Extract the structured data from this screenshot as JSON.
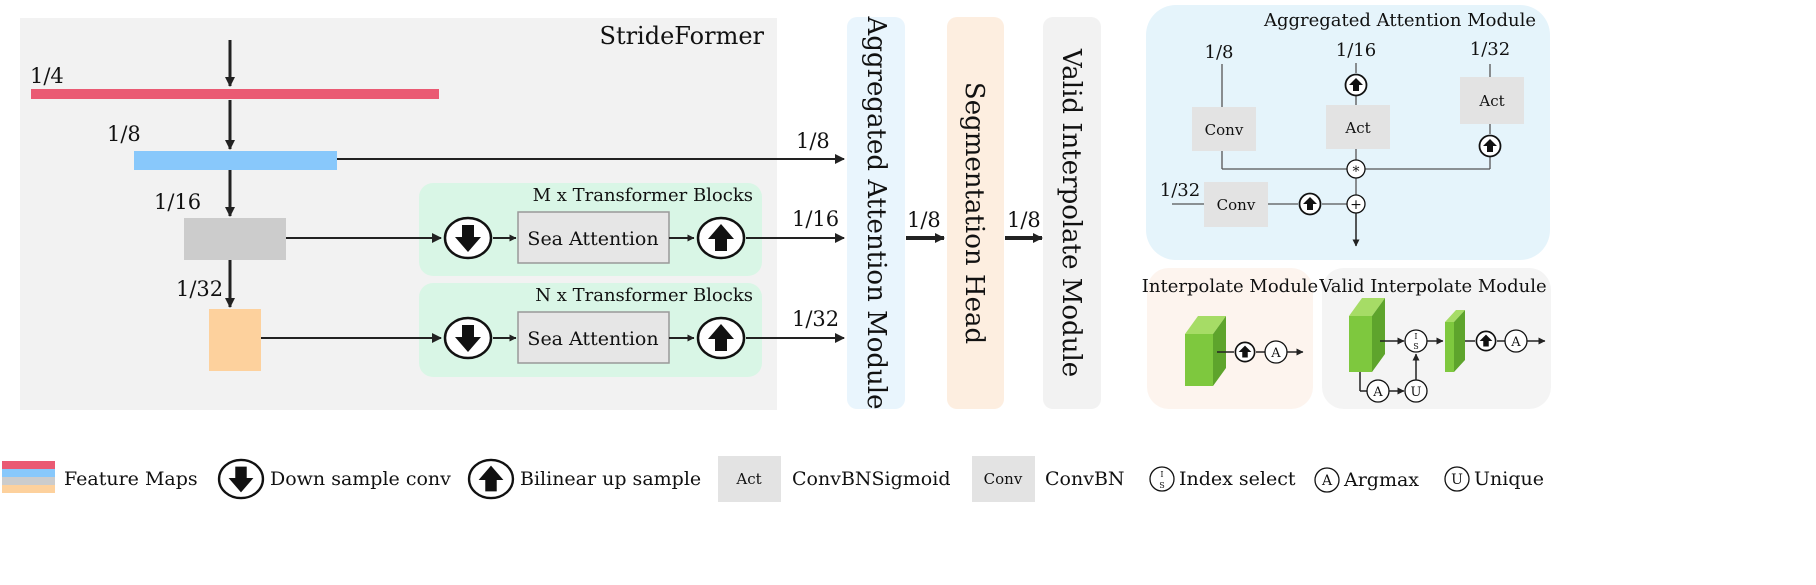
{
  "stride": {
    "title": "StrideFormer",
    "scale_1_4": "1/4",
    "scale_1_8": "1/8",
    "scale_1_16": "1/16",
    "scale_1_32": "1/32",
    "m_blocks": "M x Transformer Blocks",
    "n_blocks": "N x Transformer Blocks",
    "sea_attention": "Sea Attention",
    "out_1_8": "1/8",
    "out_1_16": "1/16",
    "out_1_32": "1/32"
  },
  "pipeline": {
    "aggregated_attention": "Aggregated Attention Module",
    "segmentation_head": "Segmentation Head",
    "valid_interpolate": "Valid Interpolate Module",
    "arrow_label_1": "1/8",
    "arrow_label_2": "1/8"
  },
  "aam_detail": {
    "title": "Aggregated Attention Module",
    "in_1_8": "1/8",
    "in_1_16": "1/16",
    "in_1_32_top": "1/32",
    "in_1_32_left": "1/32",
    "conv": "Conv",
    "act": "Act",
    "multiply": "*",
    "add": "+"
  },
  "interp_panel": {
    "title": "Interpolate Module",
    "argmax": "A"
  },
  "valid_panel": {
    "title": "Valid Interpolate Module",
    "index_top": "I",
    "index_bottom": "S",
    "argmax": "A",
    "unique": "U"
  },
  "legend": {
    "feature_maps": "Feature Maps",
    "down_sample": "Down sample conv",
    "bilinear": "Bilinear up sample",
    "act_box": "Act",
    "act_label": "ConvBNSigmoid",
    "conv_box": "Conv",
    "conv_label": "ConvBN",
    "index_top": "I",
    "index_bottom": "S",
    "index_label": "Index select",
    "argmax_letter": "A",
    "argmax_label": "Argmax",
    "unique_letter": "U",
    "unique_label": "Unique"
  },
  "colors": {
    "feature_1_4": "#ea5a73",
    "feature_1_8": "#88c8fb",
    "feature_1_16": "#cccccc",
    "feature_1_32": "#fdd19d",
    "transformer_bg": "#d9f6e6",
    "aam_bg": "#e9f5fd",
    "seg_head_bg": "#fdeee0",
    "valid_interp_bg": "#f2f2f2",
    "aam_detail_bg": "#e5f4fb",
    "interp_bg": "#fdf4ee",
    "valid_panel_bg": "#f4f4f4",
    "green_block": "#7ec83e"
  }
}
